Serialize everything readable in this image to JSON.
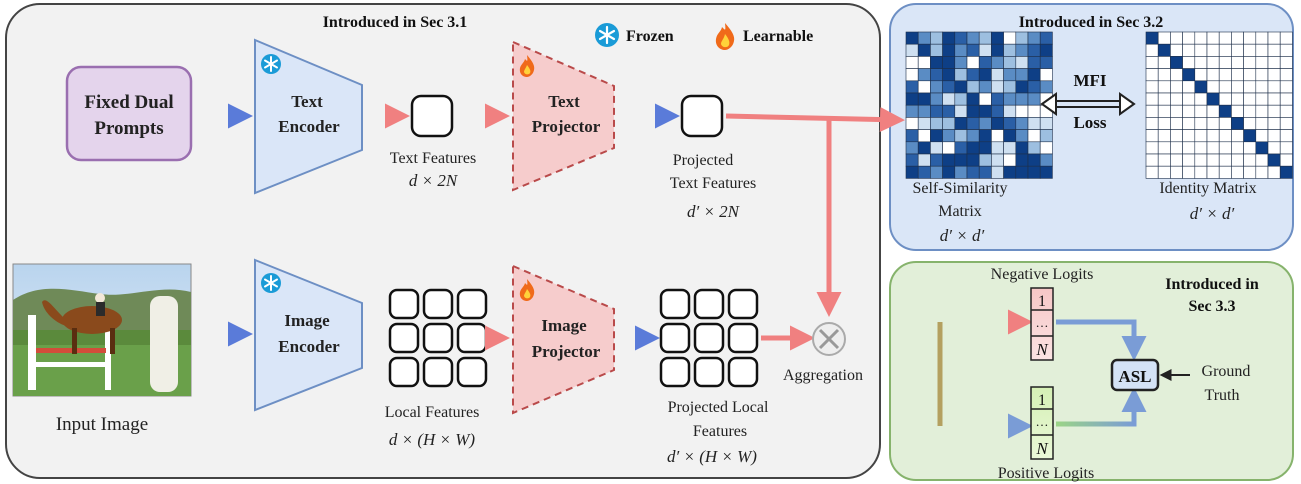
{
  "sections": {
    "sec31_title": "Introduced in Sec 3.1",
    "sec32_title": "Introduced in Sec 3.2",
    "sec33_title_line1": "Introduced in",
    "sec33_title_line2": "Sec 3.3"
  },
  "legend": {
    "frozen_label": "Frozen",
    "learnable_label": "Learnable",
    "frozen_icon": "snowflake-icon",
    "learnable_icon": "fire-icon"
  },
  "prompts": {
    "line1": "Fixed Dual",
    "line2": "Prompts"
  },
  "text_encoder": {
    "line1": "Text",
    "line2": "Encoder"
  },
  "image_encoder": {
    "line1": "Image",
    "line2": "Encoder"
  },
  "text_projector": {
    "line1": "Text",
    "line2": "Projector"
  },
  "image_projector": {
    "line1": "Image",
    "line2": "Projector"
  },
  "text_features": {
    "label": "Text Features",
    "dim": "d × 2N"
  },
  "projected_text_features": {
    "line1": "Projected",
    "line2": "Text Features",
    "dim": "d′ × 2N"
  },
  "local_features": {
    "label": "Local Features",
    "dim": "d × (H × W)"
  },
  "projected_local_features": {
    "line1": "Projected Local",
    "line2": "Features",
    "dim": "d′ × (H × W)"
  },
  "input_image": {
    "label": "Input Image"
  },
  "aggregation": {
    "label": "Aggregation"
  },
  "self_similarity": {
    "line1": "Self-Similarity",
    "line2": "Matrix",
    "dim": "d′ × d′"
  },
  "identity_matrix": {
    "label": "Identity Matrix",
    "dim": "d′ × d′"
  },
  "mfi_loss": {
    "line1": "MFI",
    "line2": "Loss"
  },
  "negative_logits": {
    "label": "Negative Logits",
    "top": "1",
    "mid": "…",
    "bottom": "N"
  },
  "positive_logits": {
    "label": "Positive Logits",
    "top": "1",
    "mid": "…",
    "bottom": "N"
  },
  "asl": {
    "label": "ASL"
  },
  "ground_truth": {
    "line1": "Ground",
    "line2": "Truth"
  },
  "colors": {
    "sec31_fill": "#f2f2f2",
    "sec32_fill": "#dae6f7",
    "sec33_fill": "#e2efd9",
    "encoder_fill": "#dae6f8",
    "projector_fill": "#f6cccc",
    "prompt_fill": "#e4d4ec",
    "arrow_red": "#f08080",
    "arrow_blue": "#6f8fdc"
  }
}
